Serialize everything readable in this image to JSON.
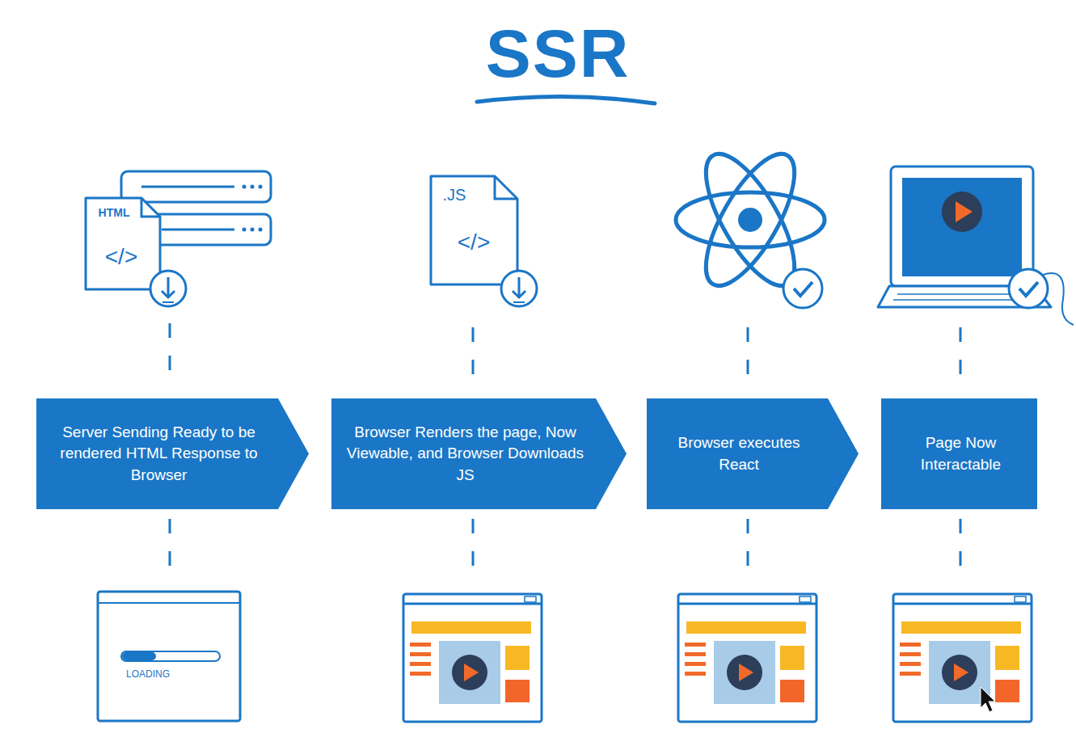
{
  "diagram": {
    "title": "SSR",
    "nodes": [
      {
        "text": [
          "Server Sending Ready to be rendered HTML Response to Browser"
        ]
      },
      {
        "text": [
          "Browser Renders the page, Now Viewable, and Browser Downloads JS"
        ]
      },
      {
        "text": [
          "Browser executes React"
        ]
      },
      {
        "text": [
          "Page Now Interactable"
        ]
      }
    ],
    "labels": [
      "HTML",
      "</>",
      ".JS",
      "</>",
      "LOADING"
    ]
  }
}
